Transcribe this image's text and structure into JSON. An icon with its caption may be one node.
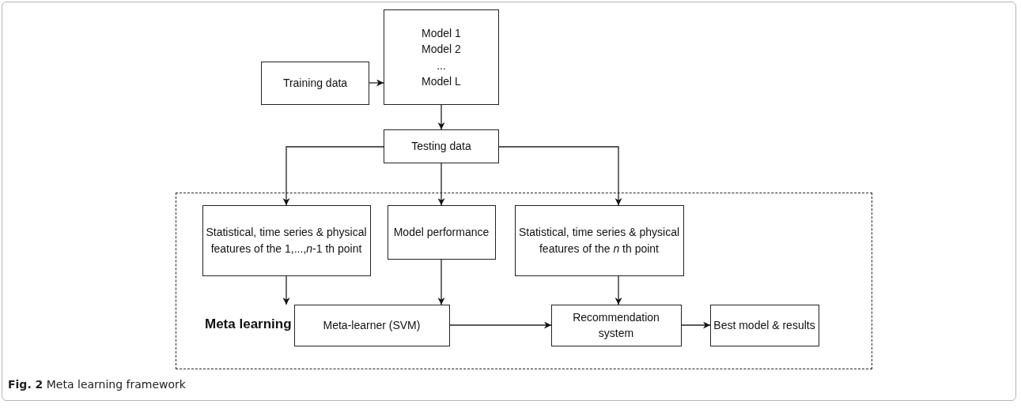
{
  "diagram": {
    "caption": "**Fig. 2** Meta learning framework",
    "nodes": [
      {
        "text": [
          "Training data"
        ]
      },
      {
        "text": [
          "Model 1",
          "Model 2",
          "...",
          "Model L"
        ]
      },
      {
        "text": [
          "Testing data"
        ]
      },
      {
        "text": [
          "Meta learning"
        ]
      },
      {
        "text": [
          "Statistical, time series & physical features of the 1,...,*n*-1 th point"
        ],
        "in": 3
      },
      {
        "text": [
          "Model performance"
        ],
        "in": 3
      },
      {
        "text": [
          "Statistical, time series & physical features of the *n* th point"
        ],
        "in": 3
      },
      {
        "text": [
          "Meta-learner (SVM)"
        ],
        "in": 3
      },
      {
        "text": [
          "Recommendation system"
        ],
        "in": 3
      },
      {
        "text": [
          "Best model & results"
        ],
        "in": 3
      }
    ],
    "edges": [
      {
        "from": 0,
        "to": 1,
        "arrow": "to"
      },
      {
        "from": 1,
        "to": 2,
        "arrow": "to"
      },
      {
        "from": 2,
        "to": 4,
        "arrow": "to"
      },
      {
        "from": 2,
        "to": 5,
        "arrow": "to"
      },
      {
        "from": 2,
        "to": 6,
        "arrow": "to"
      },
      {
        "from": 4,
        "to": 7,
        "arrow": "to"
      },
      {
        "from": 5,
        "to": 7,
        "arrow": "to"
      },
      {
        "from": 7,
        "to": 8,
        "arrow": "to"
      },
      {
        "from": 6,
        "to": 8,
        "arrow": "to"
      },
      {
        "from": 8,
        "to": 9,
        "arrow": "to"
      }
    ]
  }
}
